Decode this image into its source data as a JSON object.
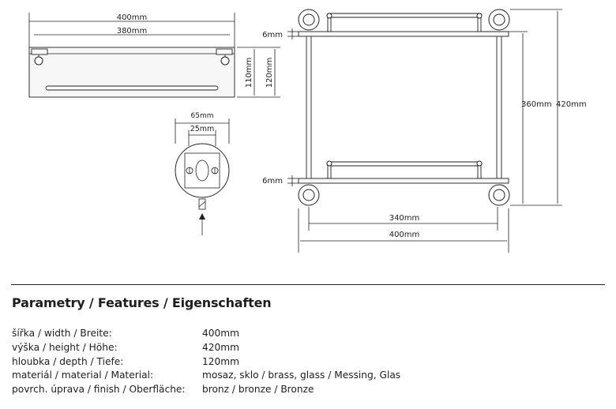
{
  "drawing": {
    "top_width_outer": "400mm",
    "top_width_inner": "380mm",
    "side_height_110": "110mm",
    "side_height_120": "120mm",
    "flange_outer": "65mm",
    "flange_inner": "25mm",
    "shelf_thickness_top": "6mm",
    "shelf_thickness_bottom": "6mm",
    "front_height_360": "360mm",
    "front_height_420": "420mm",
    "front_width_inner": "340mm",
    "front_width_outer": "400mm"
  },
  "specs": {
    "title": "Parametry / Features / Eigenschaften",
    "rows": [
      {
        "label": "šířka / width / Breite:",
        "value": "400mm"
      },
      {
        "label": "výška / height / Höhe:",
        "value": "420mm"
      },
      {
        "label": "hloubka / depth / Tiefe:",
        "value": "120mm"
      },
      {
        "label": "materiál / material / Material:",
        "value": "mosaz, sklo / brass, glass / Messing, Glas"
      },
      {
        "label": "povrch. úprava / finish / Oberfläche:",
        "value": "bronz / bronze / Bronze"
      }
    ]
  }
}
